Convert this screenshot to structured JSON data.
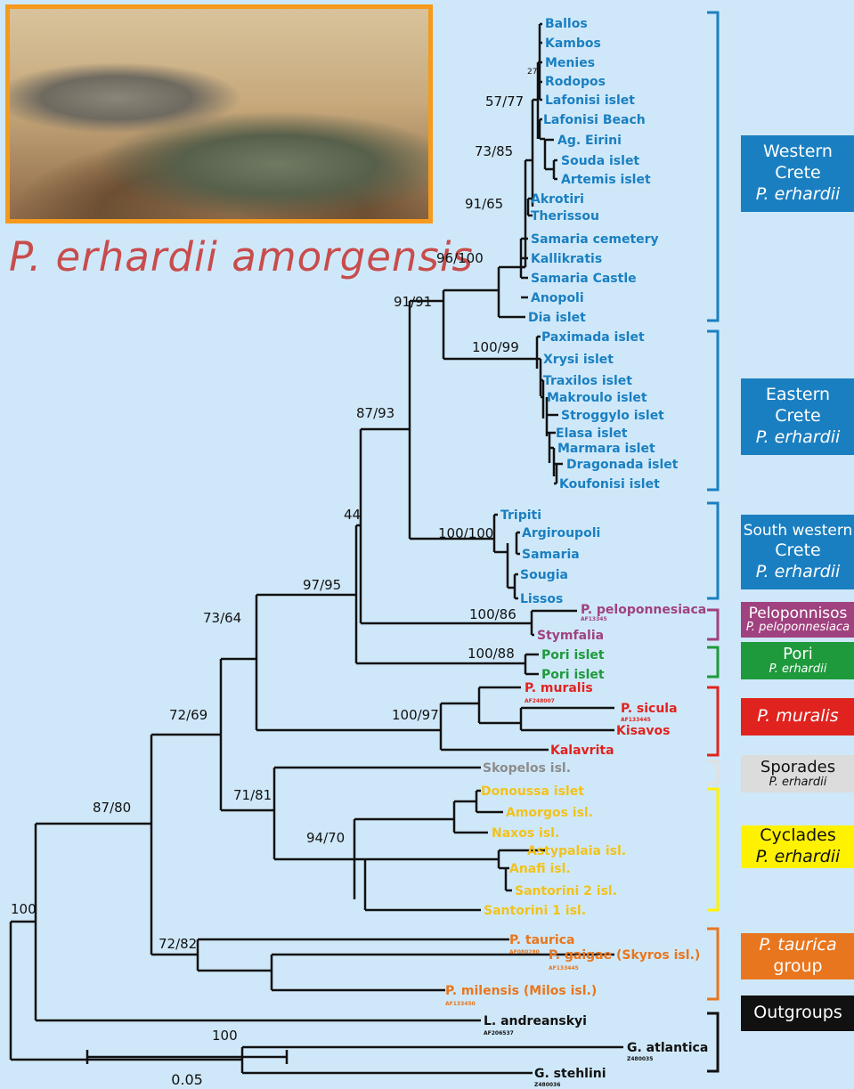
{
  "caption": "P. erhardii amorgensis",
  "colors": {
    "blue": "#1a7fc1",
    "purple": "#a0427f",
    "green": "#1e9a3c",
    "red": "#e0231f",
    "gray": "#8c8c8c",
    "yellow": "#f2c21b",
    "orange": "#e8761e",
    "black": "#111111",
    "background": "#cfe8f9",
    "photo_border": "#f59a1c"
  },
  "taxa": {
    "t1": "Ballos",
    "t2": "Kambos",
    "t3": "Menies",
    "t4": "Rodopos",
    "t5": "Lafonisi islet",
    "t6": "Lafonisi Beach",
    "t7": "Ag. Eirini",
    "t8": "Souda islet",
    "t9": "Artemis islet",
    "t10": "Akrotiri",
    "t11": "Therissou",
    "t12": "Samaria cemetery",
    "t13": "Kallikratis",
    "t14": "Samaria Castle",
    "t15": "Anopoli",
    "t16": "Dia islet",
    "t17": "Paximada islet",
    "t18": "Xrysi islet",
    "t19": "Traxilos islet",
    "t20": "Makroulo islet",
    "t21": "Stroggylo islet",
    "t22": "Elasa islet",
    "t23": "Marmara islet",
    "t24": "Dragonada islet",
    "t25": "Koufonisi islet",
    "t26": "Tripiti",
    "t27": "Argiroupoli",
    "t28": "Samaria",
    "t29": "Sougia",
    "t30": "Lissos",
    "t31": "P. peloponnesiaca",
    "t32": "Stymfalia",
    "t33": "Pori islet",
    "t34": "Pori islet",
    "t35": "P. muralis",
    "t36": "P. sicula",
    "t37": "Kisavos",
    "t38": "Kalavrita",
    "t39": "Skopelos isl.",
    "t40": "Donoussa islet",
    "t41": "Amorgos isl.",
    "t42": "Naxos isl.",
    "t43": "Astypalaia isl.",
    "t44": "Anafi isl.",
    "t45": "Santorini 2 isl.",
    "t46": "Santorini 1 isl.",
    "t47": "P. taurica",
    "t48": "P. gaigae (Skyros isl.)",
    "t49": "P. milensis (Milos isl.)",
    "t50": "L. andreanskyi",
    "t51": "G. atlantica",
    "t52": "G. stehlini"
  },
  "accessions": {
    "a31": "AF13345",
    "a35": "AF248007",
    "a36": "AF133445",
    "a47": "AF080280",
    "a48": "AF133445",
    "a49": "AF133450",
    "a50": "AF206537",
    "a51": "Z480035",
    "a52": "Z480036"
  },
  "support": {
    "s27": "27",
    "s5777": "57/77",
    "s7385": "73/85",
    "s9165": "91/65",
    "s96100": "96/100",
    "s9191": "91/91",
    "s10099": "100/99",
    "s8793": "87/93",
    "s44": "44",
    "s100100": "100/100",
    "s9795": "97/95",
    "s10086": "100/86",
    "s7364": "73/64",
    "s10088": "100/88",
    "s10097": "100/97",
    "s7269": "72/69",
    "s7181": "71/81",
    "s9470": "94/70",
    "s8780": "87/80",
    "s7282": "72/82",
    "s100a": "100",
    "s100b": "100"
  },
  "scale_bar": {
    "label": "0.05"
  },
  "clades": {
    "western": {
      "l1": "Western",
      "l2": "Crete",
      "l3": "P. erhardii"
    },
    "eastern": {
      "l1": "Eastern",
      "l2": "Crete",
      "l3": "P. erhardii"
    },
    "southwest": {
      "l1": "South western",
      "l2": "Crete",
      "l3": "P. erhardii"
    },
    "pelop": {
      "l1": "Peloponnisos",
      "l2": "P. peloponnesiaca"
    },
    "pori": {
      "l1": "Pori",
      "l2": "P. erhardii"
    },
    "muralis": {
      "l1": "P. muralis"
    },
    "sporades": {
      "l1": "Sporades",
      "l2": "P. erhardii"
    },
    "cyclades": {
      "l1": "Cyclades",
      "l2": "P. erhardii"
    },
    "taurica": {
      "l1": "P. taurica",
      "l2": "group"
    },
    "outgroups": {
      "l1": "Outgroups"
    }
  }
}
